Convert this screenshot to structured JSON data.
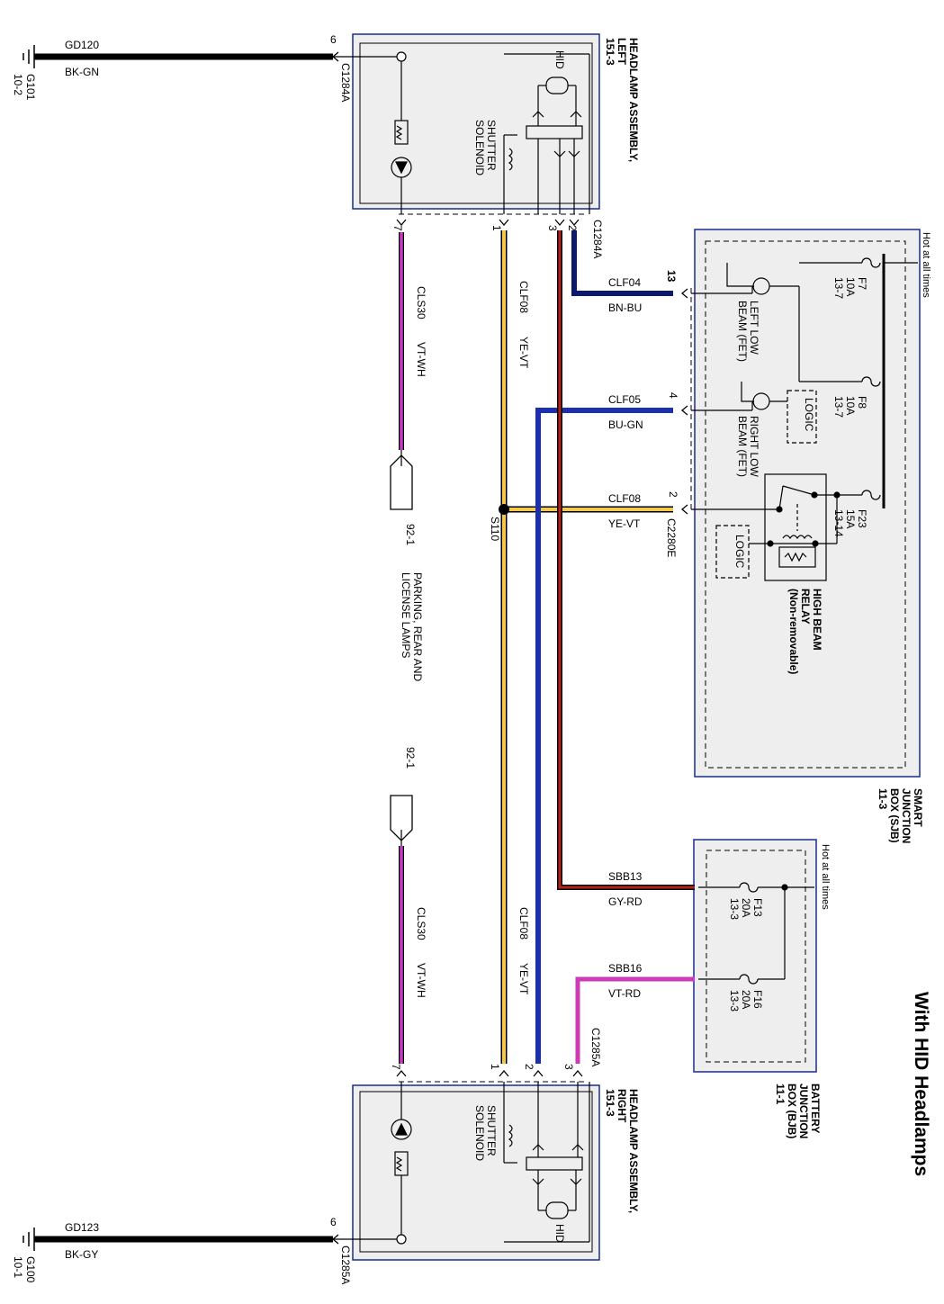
{
  "title": "With HID Headlamps",
  "colors": {
    "bk_gn": "#000000",
    "bk_gy": "#000000",
    "vt_wh": "#c43cc4",
    "ye_vt": "#f2c94c",
    "bn_bu": "#0c1a6e",
    "bu_gn": "#1c2fb0",
    "gy_rd": "#b52418",
    "vt_rd": "#cc3bb5",
    "box_border": "#1a2d8f",
    "box_fill": "#eeeeee"
  },
  "grounds": [
    {
      "id": "G101",
      "page": "10-2",
      "circuit": "GD120",
      "color": "BK-GN",
      "pin": "6",
      "connector": "C1284A"
    },
    {
      "id": "G100",
      "page": "10-1",
      "circuit": "GD123",
      "color": "BK-GY",
      "pin": "6",
      "connector": "C1285A"
    }
  ],
  "headlamp_left": {
    "line1": "HEADLAMP ASSEMBLY,",
    "line2": "LEFT",
    "page": "151-3",
    "hid": "HID",
    "solenoid1": "SHUTTER",
    "solenoid2": "SOLENOID",
    "connector": "C1284A",
    "pins": [
      "7",
      "1",
      "3",
      "2"
    ]
  },
  "headlamp_right": {
    "line1": "HEADLAMP ASSEMBLY,",
    "line2": "RIGHT",
    "page": "151-3",
    "hid": "HID",
    "solenoid1": "SHUTTER",
    "solenoid2": "SOLENOID",
    "connector": "C1285A",
    "pins": [
      "7",
      "1",
      "2",
      "3"
    ]
  },
  "wires": {
    "cls30": {
      "circuit": "CLS30",
      "color": "VT-WH",
      "ref": "92-1"
    },
    "clf08": {
      "circuit": "CLF08",
      "color": "YE-VT"
    },
    "clf04": {
      "circuit": "CLF04",
      "color": "BN-BU",
      "pin": "13"
    },
    "clf05": {
      "circuit": "CLF05",
      "color": "BU-GN",
      "pin": "4"
    },
    "clf08_sjb": {
      "circuit": "CLF08",
      "color": "YE-VT",
      "pin": "2",
      "connector": "C2280E"
    },
    "sbb13": {
      "circuit": "SBB13",
      "color": "GY-RD"
    },
    "sbb16": {
      "circuit": "SBB16",
      "color": "VT-RD"
    }
  },
  "splice": "S110",
  "parking": {
    "line1": "PARKING, REAR AND",
    "line2": "LICENSE LAMPS"
  },
  "sjb": {
    "line1": "SMART",
    "line2": "JUNCTION",
    "line3": "BOX (SJB)",
    "page": "11-3",
    "hot": "Hot at all times",
    "fuses": [
      {
        "name": "F7",
        "amp": "10A",
        "ref": "13-7"
      },
      {
        "name": "F8",
        "amp": "10A",
        "ref": "13-7"
      },
      {
        "name": "F23",
        "amp": "15A",
        "ref": "13-14"
      }
    ],
    "left_fet1": "LEFT LOW",
    "left_fet2": "BEAM (FET)",
    "right_fet1": "RIGHT LOW",
    "right_fet2": "BEAM (FET)",
    "logic": "LOGIC",
    "relay1": "HIGH BEAM",
    "relay2": "RELAY",
    "relay3": "(Non-removable)"
  },
  "bjb": {
    "line1": "BATTERY",
    "line2": "JUNCTION",
    "line3": "BOX (BJB)",
    "page": "11-1",
    "hot": "Hot at all times",
    "fuses": [
      {
        "name": "F13",
        "amp": "20A",
        "ref": "13-3"
      },
      {
        "name": "F16",
        "amp": "20A",
        "ref": "13-3"
      }
    ]
  }
}
